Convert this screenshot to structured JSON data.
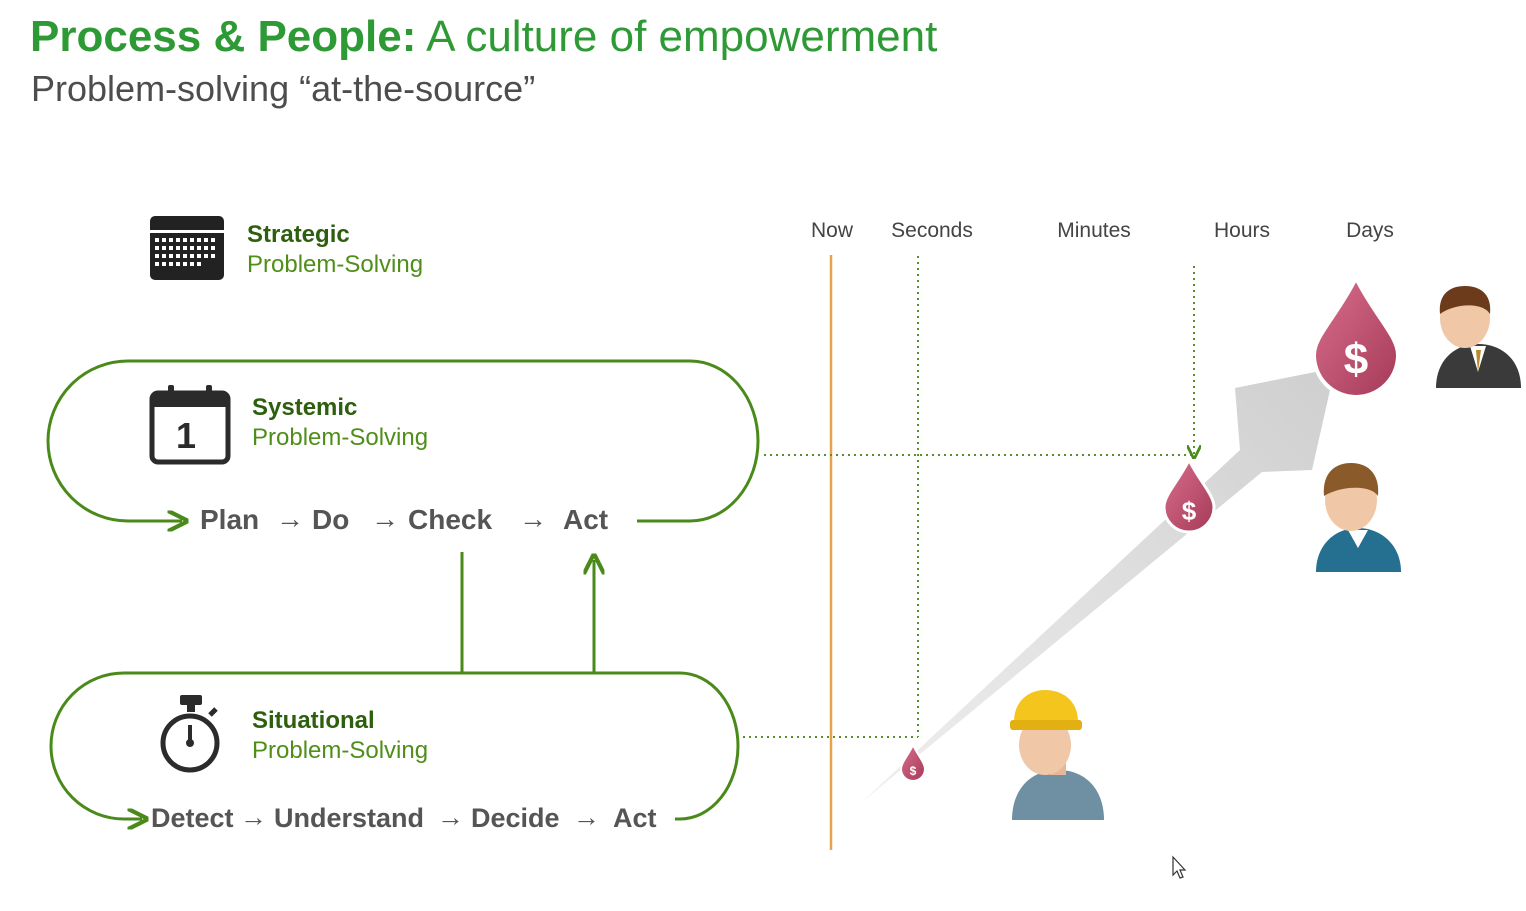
{
  "header": {
    "title_bold": "Process & People:",
    "title_rest": " A culture of empowerment",
    "subtitle": "Problem-solving “at-the-source”"
  },
  "levels": {
    "strategic": {
      "title": "Strategic",
      "subtitle": "Problem-Solving",
      "icon": "calendar-grid-icon"
    },
    "systemic": {
      "title": "Systemic",
      "subtitle": "Problem-Solving",
      "icon": "calendar-day-icon",
      "icon_text": "1"
    },
    "situational": {
      "title": "Situational",
      "subtitle": "Problem-Solving",
      "icon": "stopwatch-icon"
    }
  },
  "systemic_loop": {
    "steps": [
      "Plan",
      "Do",
      "Check",
      "Act"
    ]
  },
  "situational_loop": {
    "steps": [
      "Detect",
      "Understand",
      "Decide",
      "Act"
    ]
  },
  "timeline": {
    "labels": [
      "Now",
      "Seconds",
      "Minutes",
      "Hours",
      "Days"
    ]
  },
  "drop_icon_text": "$",
  "colors": {
    "title_green": "#2e9a35",
    "dark_green": "#2d5f0e",
    "loop_green": "#4a8a1a",
    "now_line": "#e8a24a",
    "drop": "#c0506e",
    "arrow_gray": "#d9d9d9"
  }
}
